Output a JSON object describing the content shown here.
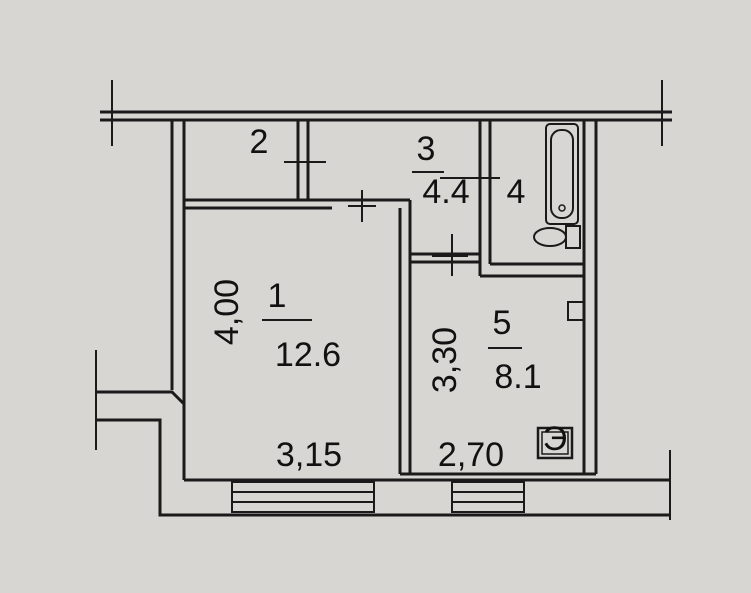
{
  "rooms": [
    {
      "number": "1",
      "area": "12.6"
    },
    {
      "number": "2"
    },
    {
      "number": "3",
      "area": "4.4"
    },
    {
      "number": "4"
    },
    {
      "number": "5",
      "area": "8.1"
    }
  ],
  "dimensions": {
    "room1_height": "4,00",
    "room1_width": "3,15",
    "room5_height": "3,30",
    "room5_width": "2,70"
  },
  "symbols": {
    "stove": "Э"
  },
  "colors": {
    "paper": "#d8d6d2",
    "ink": "#1a1a1a"
  }
}
